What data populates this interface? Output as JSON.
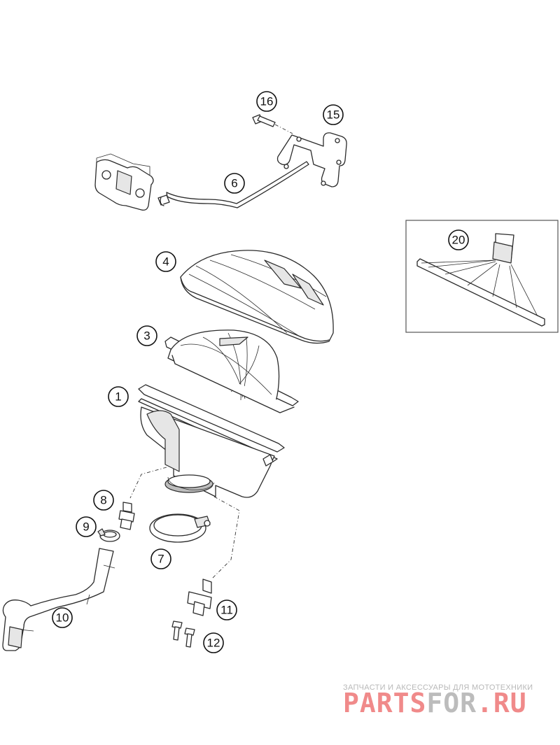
{
  "callouts": [
    {
      "id": "callout-16",
      "label": "16"
    },
    {
      "id": "callout-15",
      "label": "15"
    },
    {
      "id": "callout-6",
      "label": "6"
    },
    {
      "id": "callout-4",
      "label": "4"
    },
    {
      "id": "callout-20",
      "label": "20"
    },
    {
      "id": "callout-3",
      "label": "3"
    },
    {
      "id": "callout-1",
      "label": "1"
    },
    {
      "id": "callout-8",
      "label": "8"
    },
    {
      "id": "callout-9",
      "label": "9"
    },
    {
      "id": "callout-7",
      "label": "7"
    },
    {
      "id": "callout-10",
      "label": "10"
    },
    {
      "id": "callout-11",
      "label": "11"
    },
    {
      "id": "callout-12",
      "label": "12"
    }
  ],
  "watermark": {
    "tagline": "ЗАПЧАСТИ И АКСЕССУАРЫ ДЛЯ МОТОТЕХНИКИ",
    "logo_part1": "PARTS",
    "logo_part2": "FOR",
    "logo_part3": ".RU",
    "colors": {
      "red": "#f08a8a",
      "gray": "#bcbcbc"
    }
  }
}
